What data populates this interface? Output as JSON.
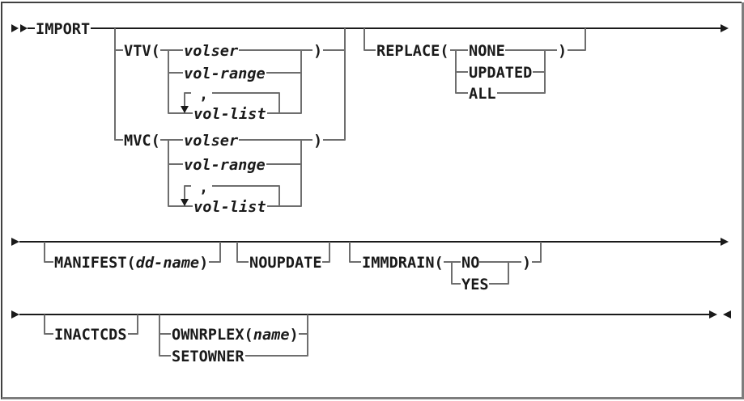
{
  "colors": {
    "background": "#ffffff",
    "line_main": "#1a1a1a",
    "line_branch": "#6e6e6e",
    "text": "#1a1a1a",
    "border_dark": "#404040",
    "border_light": "#7d7d7d"
  },
  "syntax": {
    "command": "IMPORT",
    "vtv": {
      "keyword": "VTV(",
      "volser": "volser",
      "vol_range": "vol-range",
      "vol_list": "vol-list",
      "separator": ",",
      "close_paren": ")"
    },
    "mvc": {
      "keyword": "MVC(",
      "volser": "volser",
      "vol_range": "vol-range",
      "vol_list": "vol-list",
      "separator": ",",
      "close_paren": ")"
    },
    "replace": {
      "keyword": "REPLACE(",
      "options": [
        "NONE",
        "UPDATED",
        "ALL"
      ],
      "close_paren": ")"
    },
    "manifest": {
      "keyword": "MANIFEST(",
      "param": "dd-name",
      "close_paren": ")"
    },
    "noupdate": "NOUPDATE",
    "immdrain": {
      "keyword": "IMMDRAIN(",
      "options": [
        "NO",
        "YES"
      ],
      "close_paren": ")"
    },
    "inactcds": "INACTCDS",
    "ownrplex": {
      "keyword": "OWNRPLEX(",
      "param": "name",
      "close_paren": ")"
    },
    "setowner": "SETOWNER"
  }
}
